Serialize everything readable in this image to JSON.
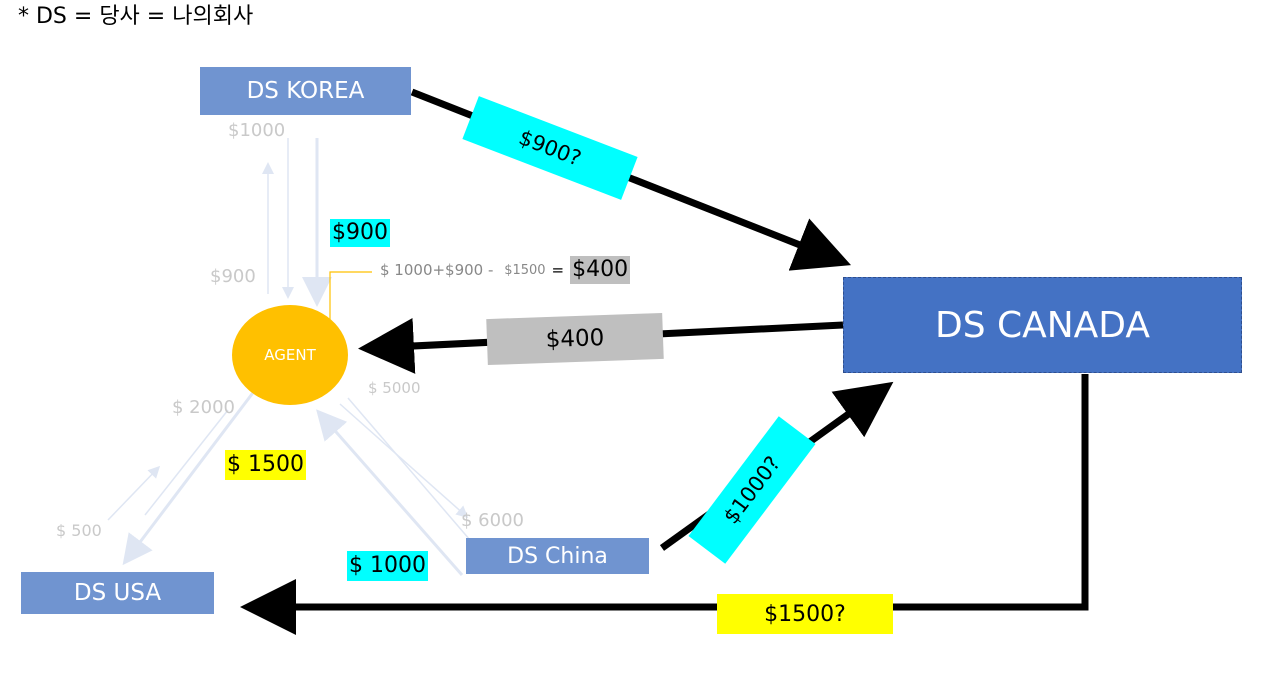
{
  "header_note": "* DS = 당사 = 나의회사",
  "entities": {
    "korea": "DS KOREA",
    "canada": "DS CANADA",
    "china": "DS China",
    "usa": "DS USA",
    "agent": "AGENT"
  },
  "flows": {
    "korea_to_canada": "$900?",
    "canada_to_agent": "$400",
    "china_to_canada": "$1000?",
    "canada_to_usa": "$1500?"
  },
  "agent_amounts": {
    "korea_to_agent": "$1000",
    "agent_to_korea": "$900",
    "korea_payment_highlight": "$900",
    "usa_to_agent": "$ 2000",
    "agent_to_usa": "$ 500",
    "usa_payment_highlight": "$ 1500",
    "agent_to_china": "$ 5000",
    "china_to_agent": "$ 6000",
    "china_payment_highlight": "$ 1000"
  },
  "formula": {
    "expression": "$ 1000+$900 - ",
    "minus_term": "$1500",
    "equals": "=",
    "result": "$400"
  },
  "colors": {
    "entity_box": "#7094d0",
    "canada_box": "#4472c4",
    "agent_circle": "#ffc000",
    "cyan_label": "#00ffff",
    "yellow_label": "#ffff00",
    "gray_label": "#bfbfbf",
    "faint_arrow": "#dfe6f3",
    "faint_text": "#c9c9c9"
  }
}
